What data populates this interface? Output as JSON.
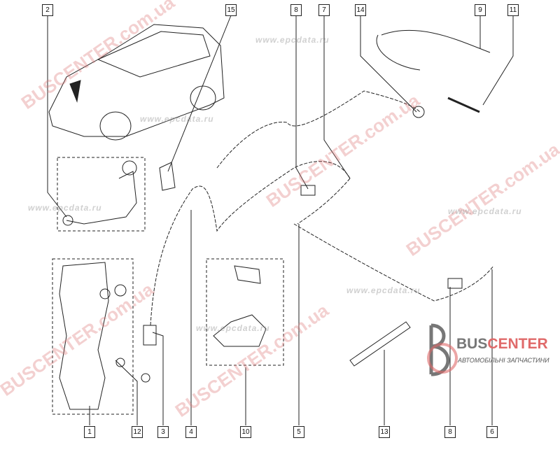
{
  "callouts_top": [
    "2",
    "15",
    "8",
    "7",
    "14",
    "9",
    "11"
  ],
  "callouts_bottom": [
    "1",
    "12",
    "3",
    "4",
    "10",
    "5",
    "13",
    "8",
    "6"
  ],
  "watermark_site": "BUSCENTER.com.ua",
  "watermark_epc": "www.epcdata.ru",
  "logo": {
    "name_a": "BUS",
    "name_b": "CENTER",
    "subtitle": "АВТОМОБІЛЬНІ ЗАПЧАСТИНИ"
  },
  "colors": {
    "line": "#222222",
    "watermark": "#e06a6a"
  }
}
